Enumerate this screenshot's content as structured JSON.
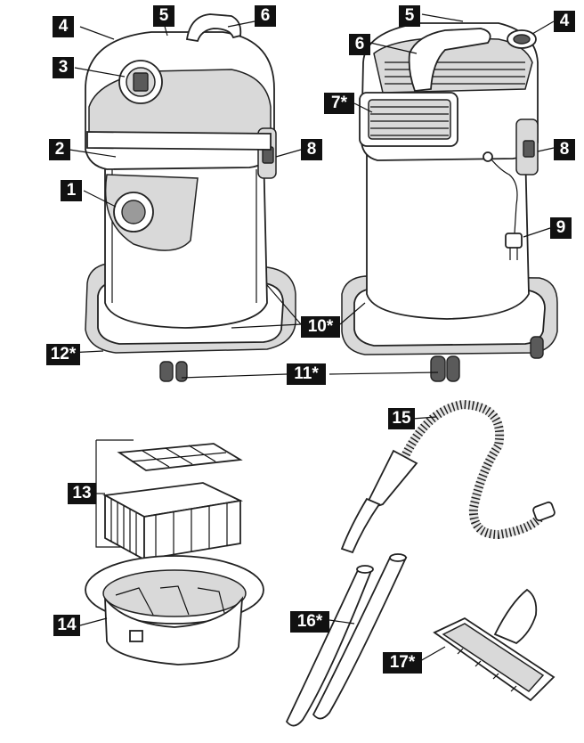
{
  "callouts": {
    "c1": "1",
    "c2": "2",
    "c3": "3",
    "c4a": "4",
    "c4b": "4",
    "c5a": "5",
    "c5b": "5",
    "c6a": "6",
    "c6b": "6",
    "c7": "7*",
    "c8a": "8",
    "c8b": "8",
    "c9": "9",
    "c10": "10*",
    "c11": "11*",
    "c12": "12*",
    "c13": "13",
    "c14": "14",
    "c15": "15",
    "c16": "16*",
    "c17": "17*"
  },
  "colors": {
    "callout_bg": "#111111",
    "callout_text": "#ffffff",
    "outline": "#222222"
  }
}
